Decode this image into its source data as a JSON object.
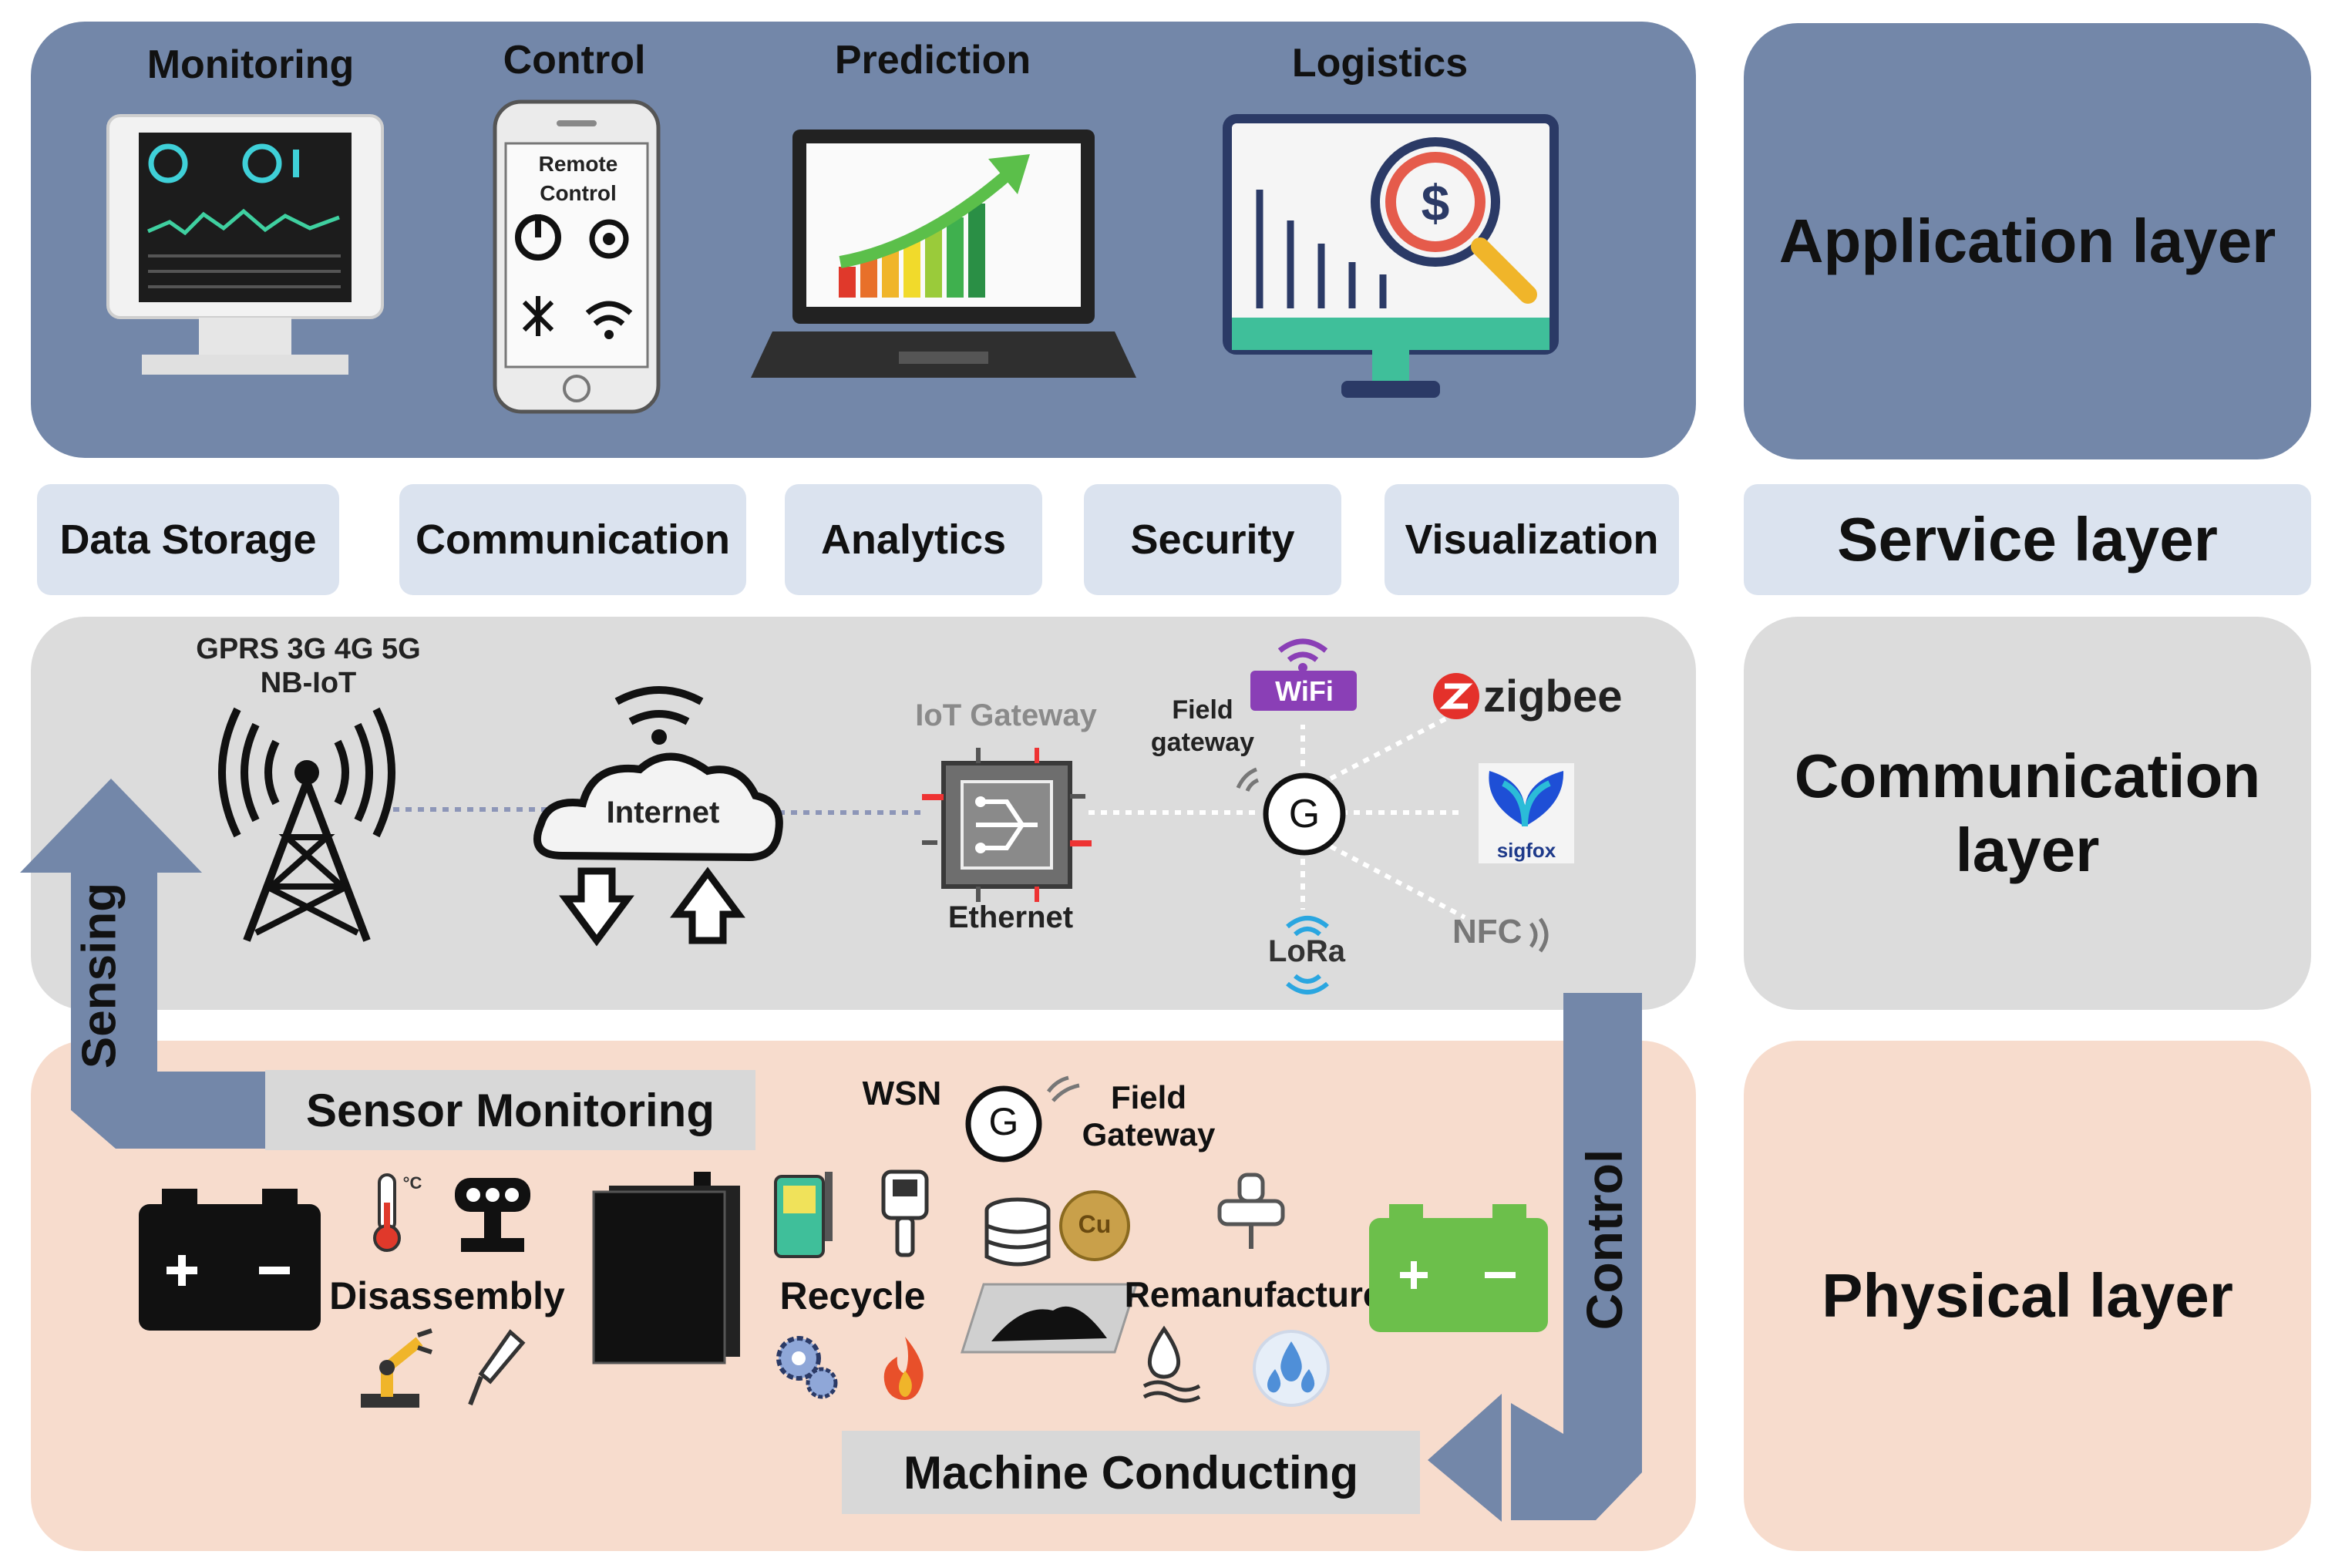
{
  "layers": {
    "application": "Application layer",
    "service": "Service layer",
    "communication": "Communication layer",
    "physical": "Physical layer"
  },
  "application": {
    "items": [
      "Monitoring",
      "Control",
      "Prediction",
      "Logistics"
    ],
    "remote_control": "Remote Control"
  },
  "services": [
    "Data Storage",
    "Communication",
    "Analytics",
    "Security",
    "Visualization"
  ],
  "communication": {
    "cellular": "GPRS 3G 4G 5G",
    "nbiot": "NB-IoT",
    "internet": "Internet",
    "gateway_title": "IoT Gateway",
    "ethernet": "Ethernet",
    "field_gateway": "Field gateway",
    "gateway_symbol": "G",
    "wifi": "WiFi",
    "zigbee": "zigbee",
    "sigfox": "sigfox",
    "lora": "LoRa",
    "nfc": "NFC"
  },
  "physical": {
    "sensor_monitoring": "Sensor Monitoring",
    "wsn": "WSN",
    "field_gateway": "Field Gateway",
    "gateway_symbol": "G",
    "disassembly": "Disassembly",
    "recycle": "Recycle",
    "remanufacture": "Remanufacture",
    "machine_conducting": "Machine Conducting",
    "cu_symbol": "Cu",
    "temp_unit": "°C"
  },
  "arrows": {
    "sensing": "Sensing",
    "control": "Control"
  },
  "colors": {
    "application_band": "#7387a9",
    "service_box": "#dbe3ef",
    "communication_band": "#dcdcdc",
    "physical_band": "#f7dccd",
    "arrow": "#7387a9",
    "battery_green": "#6cbf4b"
  }
}
